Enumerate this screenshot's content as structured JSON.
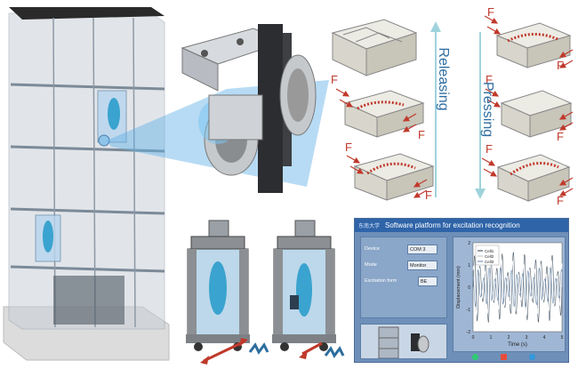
{
  "labels": {
    "releasing": "Releasing",
    "pressing": "Pressing",
    "force": "F"
  },
  "software": {
    "logo": "东南大学",
    "title": "Software platform for excitation recognition",
    "fields": [
      {
        "key": "Device",
        "value": "COM 3"
      },
      {
        "key": "Mode",
        "value": "Monitor"
      },
      {
        "key": "Excitation form",
        "value": "BE"
      }
    ]
  },
  "chart_data": {
    "type": "line",
    "ylabel": "Displacement (mm)",
    "xlabel": "Time (s)",
    "xlim": [
      0,
      5
    ],
    "ylim": [
      -2,
      2
    ],
    "xticks": [
      "0",
      "1",
      "2",
      "3",
      "4",
      "5"
    ],
    "yticks": [
      "2",
      "1",
      "0",
      "-1",
      "-2"
    ],
    "legend": [
      "Cell1",
      "Cell2",
      "Cell3"
    ],
    "legend_position": "top-left",
    "colors": [
      "#2c3e50",
      "#ffffff",
      "#5d7fa8"
    ]
  },
  "colors": {
    "panel_bg": "#6e8fb8",
    "panel_title": "#2f64a8",
    "arrow_blue": "#9fd3dc",
    "force_red": "#c0392b"
  }
}
